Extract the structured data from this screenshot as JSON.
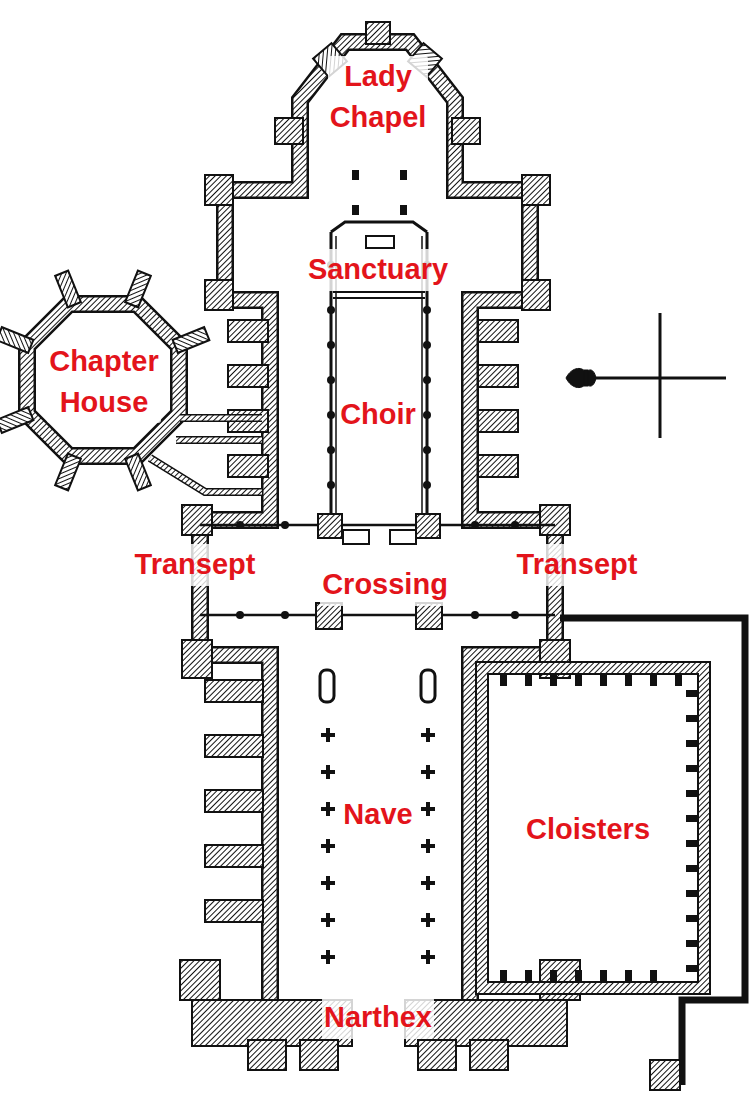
{
  "diagram": {
    "labels": [
      "Lady Chapel",
      "Sanctuary",
      "Chapter House",
      "Choir",
      "Transept",
      "Crossing",
      "Transept",
      "Nave",
      "Cloisters",
      "Narthex"
    ]
  }
}
